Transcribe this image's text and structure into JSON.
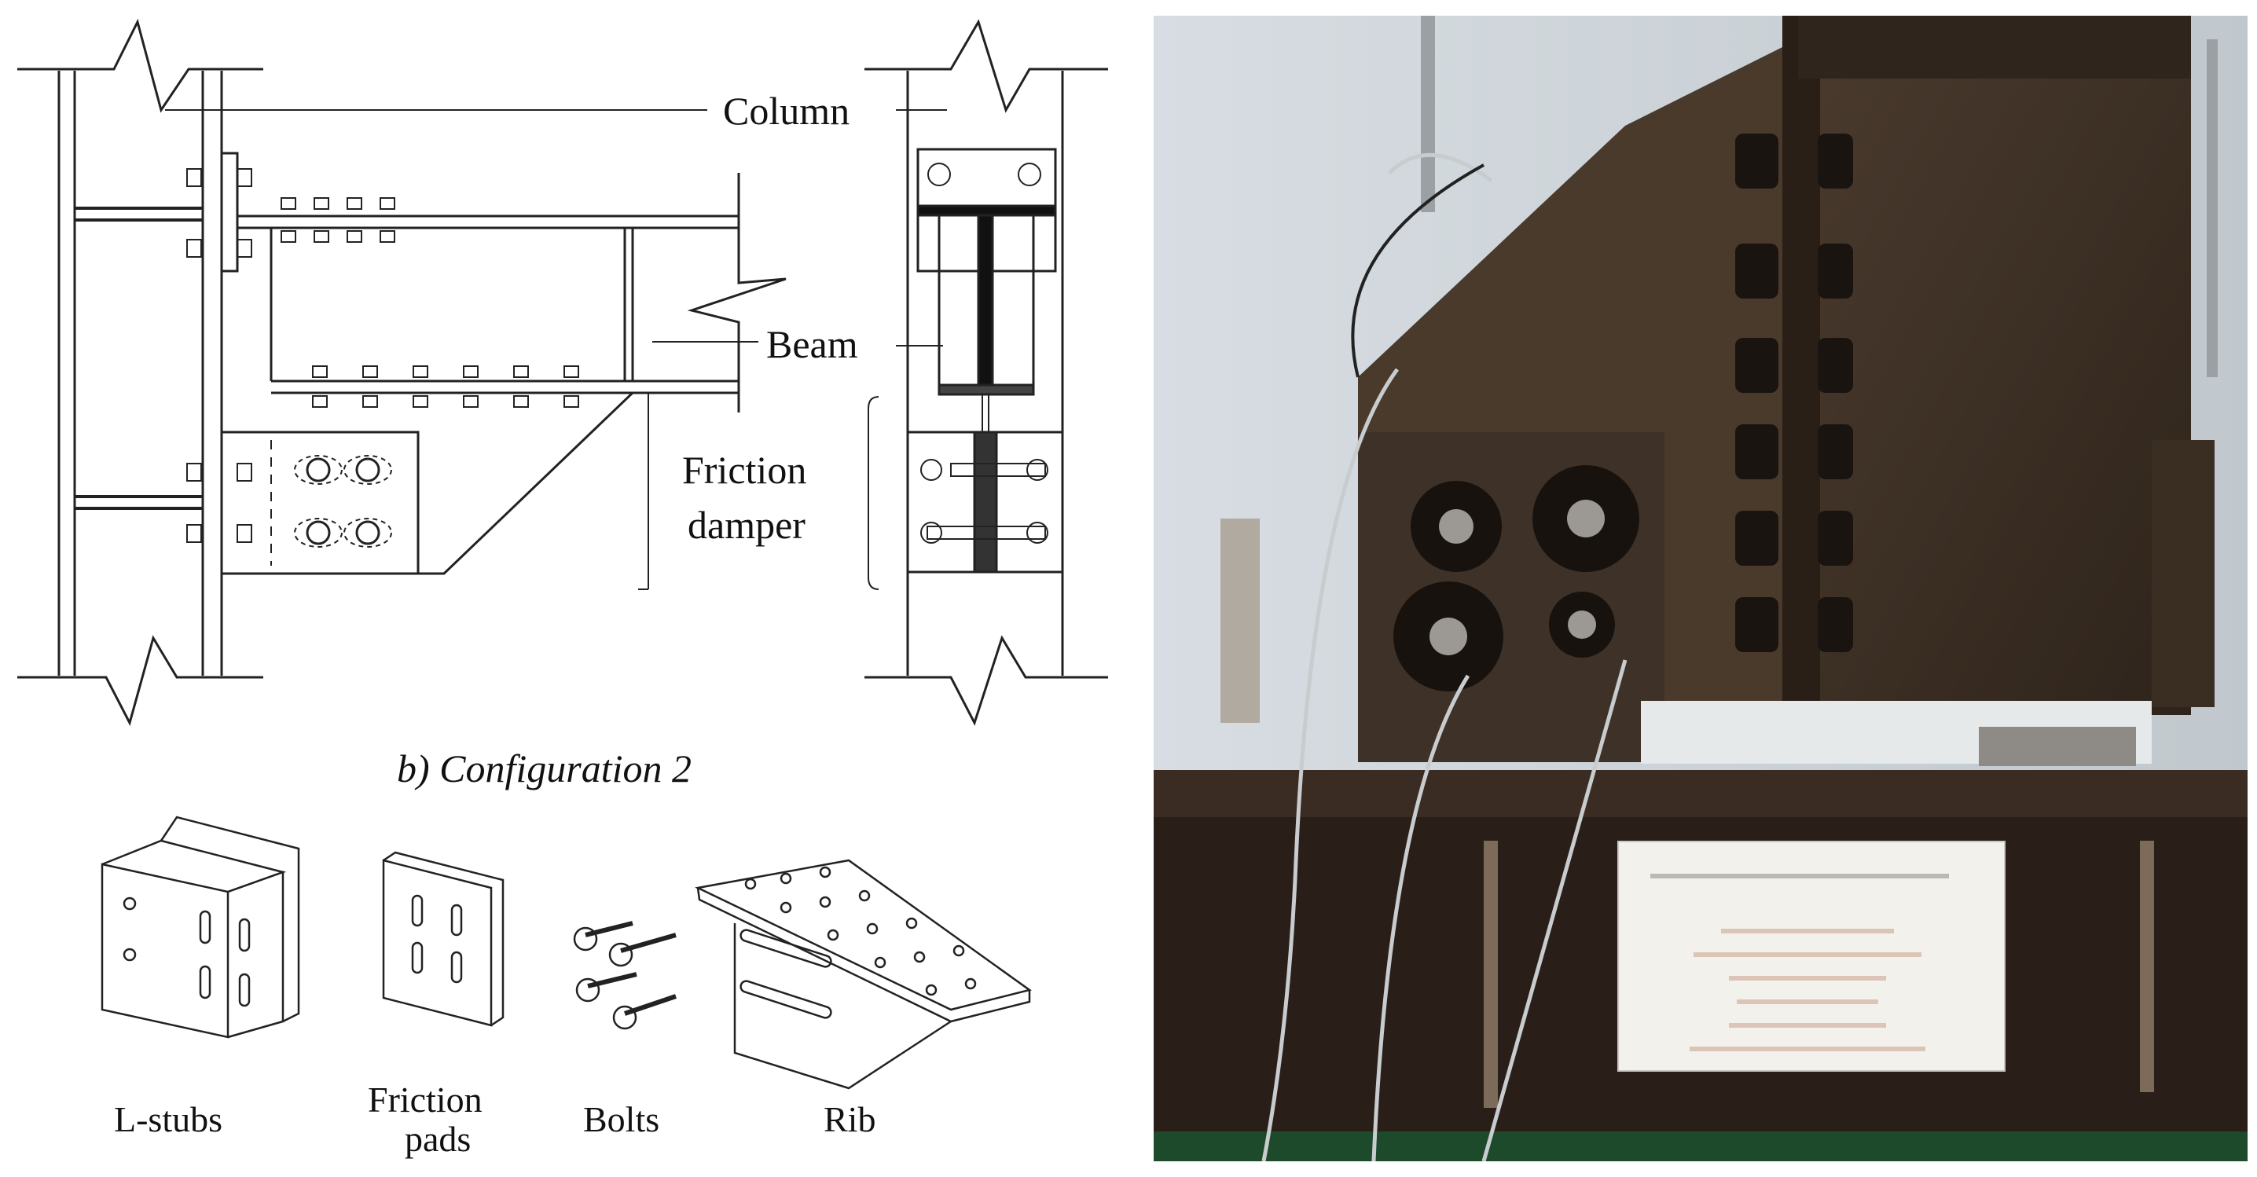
{
  "figure": {
    "caption": "b) Configuration 2",
    "labels": {
      "column": "Column",
      "beam": "Beam",
      "friction_damper_line1": "Friction",
      "friction_damper_line2": "damper"
    },
    "components": [
      {
        "label": "L-stubs"
      },
      {
        "label": "Friction\npads",
        "line1": "Friction",
        "line2": "pads"
      },
      {
        "label": "Bolts"
      },
      {
        "label": "Rib"
      }
    ]
  },
  "photo": {
    "description_colors": {
      "wall": "#c3cbd1",
      "steel": "#3a2f25",
      "table": "#2b211a"
    }
  }
}
